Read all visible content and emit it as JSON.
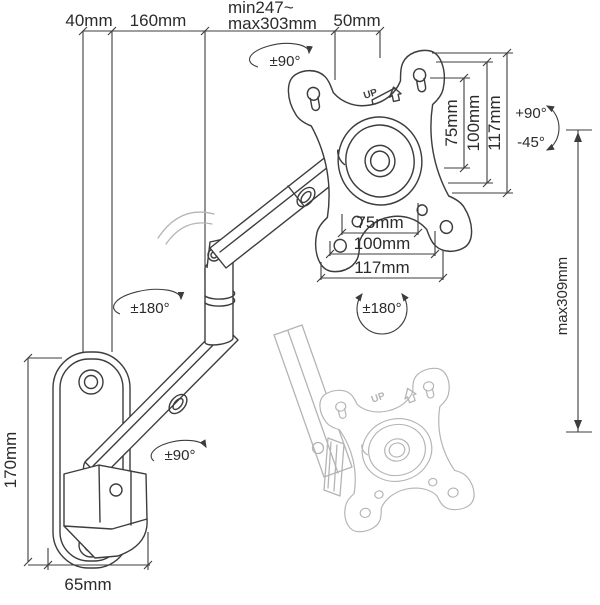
{
  "page": {
    "background": "#ffffff"
  },
  "colors": {
    "line": "#3d3d3d",
    "ghost": "#b4b4b4",
    "text": "#2b2b2b"
  },
  "diagram": {
    "type": "technical-drawing",
    "subject": "gas-spring monitor wall-mount arm with dimensions",
    "labels": {
      "top_width_40": "40mm",
      "top_width_160": "160mm",
      "top_extension_min": "min247~",
      "top_extension_max": "max303mm",
      "top_width_50": "50mm",
      "swivel_vesa_top": "±90°",
      "vesa_height_75": "75mm",
      "vesa_height_100": "100mm",
      "vesa_height_117": "117mm",
      "tilt_up": "+90°",
      "tilt_down": "-45°",
      "vesa_width_75": "75mm",
      "vesa_width_100": "100mm",
      "vesa_width_117": "117mm",
      "rotation_vesa": "±180°",
      "swivel_elbow": "±180°",
      "swivel_base": "±90°",
      "height_adjust": "max309mm",
      "wall_plate_height": "170mm",
      "wall_plate_width": "65mm",
      "vesa_up_main": "UP",
      "vesa_up_ghost": "UP"
    }
  }
}
